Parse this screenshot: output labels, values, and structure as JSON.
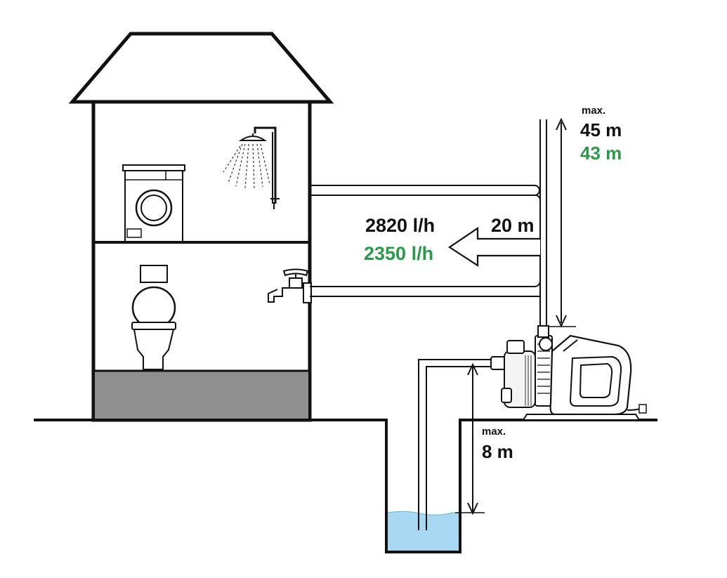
{
  "labels": {
    "height_max_label": "max.",
    "height_value_black": "45 m",
    "height_value_green": "43 m",
    "flow_value_black": "2820 l/h",
    "flow_value_green": "2350 l/h",
    "flow_distance": "20 m",
    "suction_max_label": "max.",
    "suction_value": "8 m"
  },
  "colors": {
    "line": "#111111",
    "green_text": "#2a9a4a",
    "basement_fill": "#8f8f8f",
    "water_fill": "#a9d8f2",
    "white": "#ffffff"
  },
  "icons": [
    "house",
    "washing-machine",
    "shower",
    "toilet",
    "outdoor-tap",
    "pump",
    "well",
    "arrow-left"
  ]
}
